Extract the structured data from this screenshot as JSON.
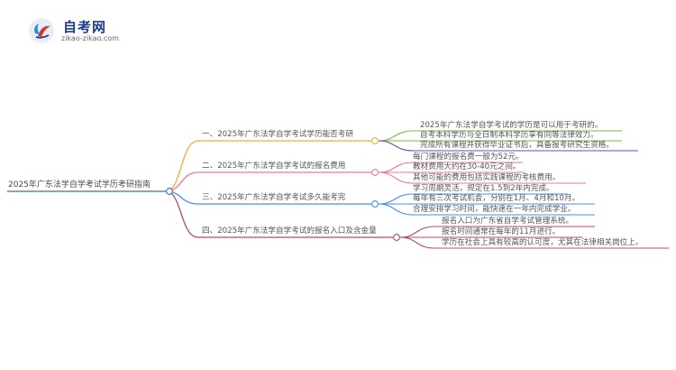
{
  "brand": {
    "title": "自考网",
    "url": "zikao-zikao.com",
    "icon": "graduation-cap-icon"
  },
  "colors": {
    "root": "#3d6db5",
    "b1": "#f6a93a",
    "b2": "#e57a9c",
    "b3": "#4a8fe0",
    "b4": "#b5477a",
    "leaf1": "#79b84c",
    "leaf2": "#6a4fa8"
  },
  "mindmap": {
    "root": "2025年广东法学自学考试学历考研指南",
    "branches": [
      {
        "label": "一、2025年广东法学自学考试学历能否考研",
        "leaves": [
          "2025年广东法学自学考试的学历是可以用于考研的。",
          "自考本科学历与全日制本科学历享有同等法律效力。",
          "完成所有课程并获得毕业证书后，具备报考研究生资格。"
        ]
      },
      {
        "label": "二、2025年广东法学自学考试的报名费用",
        "leaves": [
          "每门课程的报名费一般为52元。",
          "教材费用大约在30-40元之间。",
          "其他可能的费用包括实践课程的考核费用。"
        ]
      },
      {
        "label": "三、2025年广东法学自学考试多久能考完",
        "leaves": [
          "学习周期灵活，规定在1.5到2年内完成。",
          "每年有三次考试机会，分别在1月、4月和10月。",
          "合理安排学习时间，能快速在一年内完成学业。"
        ]
      },
      {
        "label": "四、2025年广东法学自学考试的报名入口及含金量",
        "leaves": [
          "报名入口为广东省自学考试管理系统。",
          "报名时间通常在每年的11月进行。",
          "学历在社会上具有较高的认可度，尤其在法律相关岗位上。"
        ]
      }
    ]
  }
}
